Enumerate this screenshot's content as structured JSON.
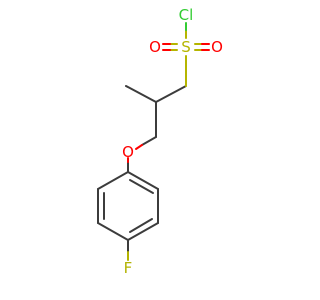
{
  "molecule": {
    "atoms": {
      "cl": {
        "label": "Cl",
        "color": "#33cc33"
      },
      "s": {
        "label": "S",
        "color": "#b5b500"
      },
      "o_left": {
        "label": "O",
        "color": "#ff0000"
      },
      "o_right": {
        "label": "O",
        "color": "#ff0000"
      },
      "o_ether": {
        "label": "O",
        "color": "#ff0000"
      },
      "f": {
        "label": "F",
        "color": "#b3b300"
      }
    },
    "colors": {
      "carbon_bond": "#3c3c3c"
    }
  }
}
